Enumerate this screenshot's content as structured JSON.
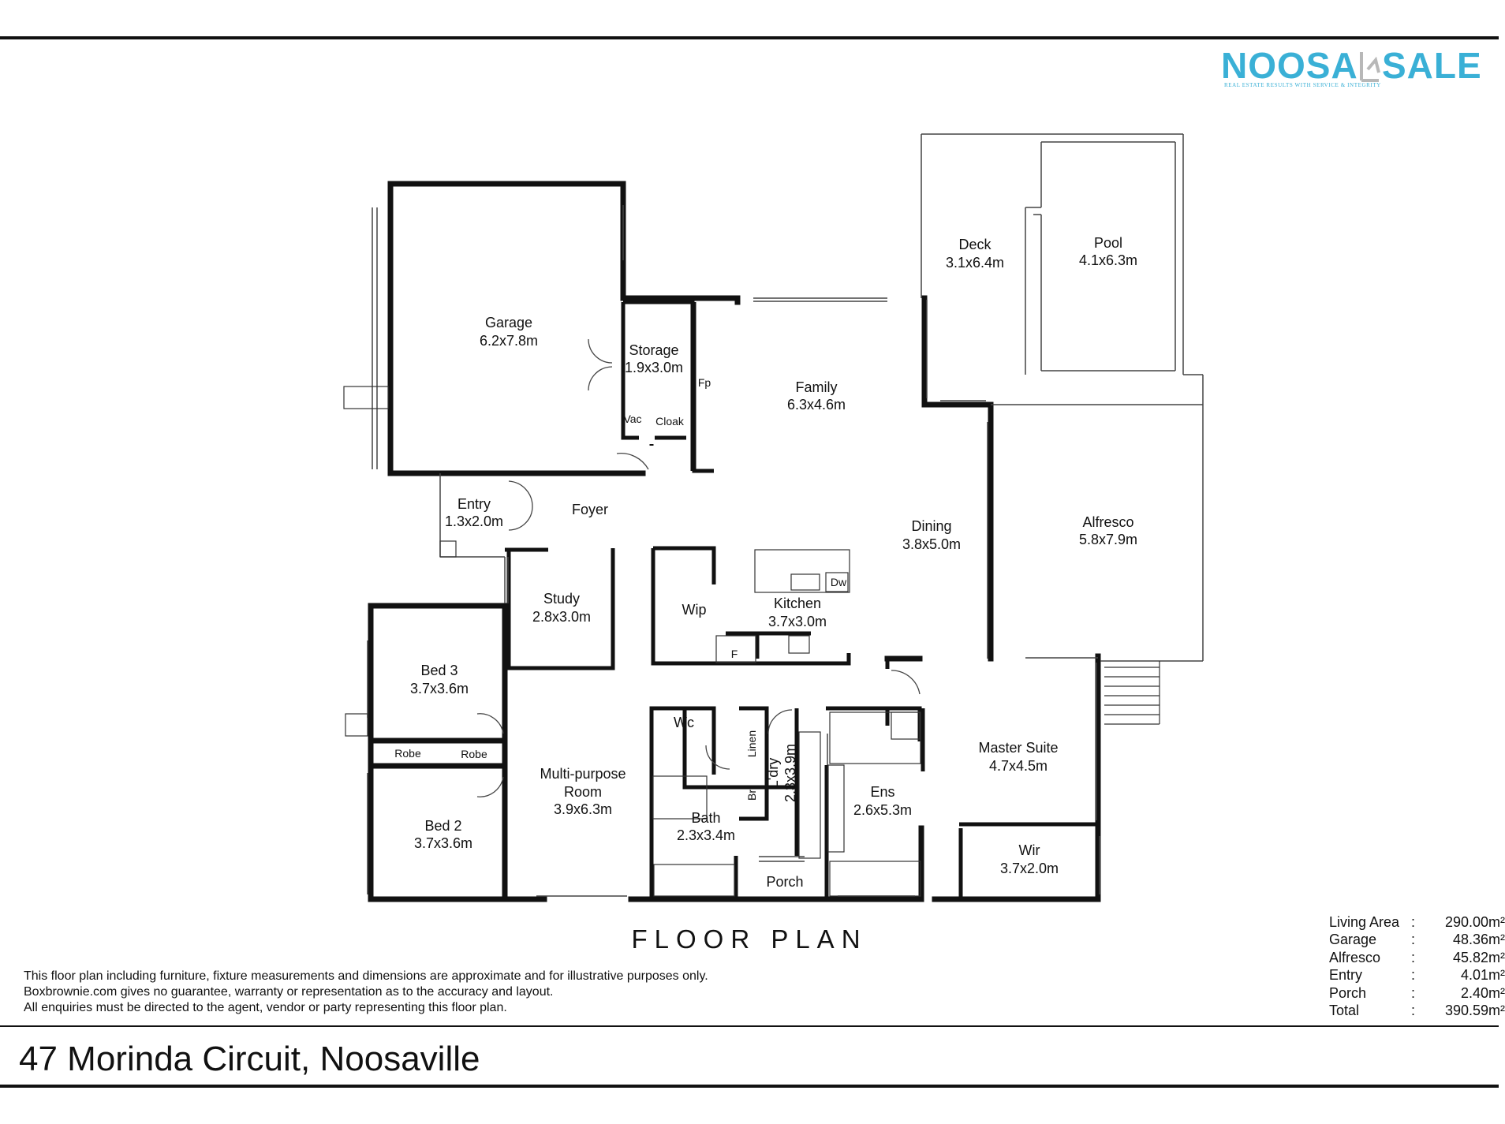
{
  "logo": {
    "word_left": "NOOSA",
    "word_right": "SALE",
    "tagline": "REAL ESTATE RESULTS WITH SERVICE & INTEGRITY"
  },
  "rooms": {
    "garage": {
      "name": "Garage",
      "dims": "6.2x7.8m"
    },
    "storage": {
      "name": "Storage",
      "dims": "1.9x3.0m"
    },
    "fp": "Fp",
    "vac": "Vac",
    "cloak": "Cloak",
    "family": {
      "name": "Family",
      "dims": "6.3x4.6m"
    },
    "deck": {
      "name": "Deck",
      "dims": "3.1x6.4m"
    },
    "pool": {
      "name": "Pool",
      "dims": "4.1x6.3m"
    },
    "entry": {
      "name": "Entry",
      "dims": "1.3x2.0m"
    },
    "foyer": "Foyer",
    "dining": {
      "name": "Dining",
      "dims": "3.8x5.0m"
    },
    "alfresco": {
      "name": "Alfresco",
      "dims": "5.8x7.9m"
    },
    "study": {
      "name": "Study",
      "dims": "2.8x3.0m"
    },
    "wip": "Wip",
    "kitchen": {
      "name": "Kitchen",
      "dims": "3.7x3.0m"
    },
    "dw": "Dw",
    "fridge": "F",
    "bed3": {
      "name": "Bed 3",
      "dims": "3.7x3.6m"
    },
    "robe1": "Robe",
    "robe2": "Robe",
    "bed2": {
      "name": "Bed 2",
      "dims": "3.7x3.6m"
    },
    "multi": {
      "line1": "Multi-purpose",
      "line2": "Room",
      "dims": "3.9x6.3m"
    },
    "wc": "Wc",
    "bath": {
      "name": "Bath",
      "dims": "2.3x3.4m"
    },
    "linen": "Linen",
    "br": "Br",
    "laundry": {
      "name": "L'dry",
      "dims": "2.3x3.9m"
    },
    "porch": "Porch",
    "ens": {
      "name": "Ens",
      "dims": "2.6x5.3m"
    },
    "master": {
      "name": "Master Suite",
      "dims": "4.7x4.5m"
    },
    "wir": {
      "name": "Wir",
      "dims": "3.7x2.0m"
    }
  },
  "plan_title": "FLOOR PLAN",
  "disclaimer": [
    "This floor plan including furniture, fixture measurements and dimensions are approximate and for illustrative purposes only.",
    "Boxbrownie.com gives no guarantee, warranty or representation as to the accuracy and layout.",
    "All enquiries must be directed to the agent, vendor or party representing this floor plan."
  ],
  "areas": [
    {
      "label": "Living Area",
      "sep": ":",
      "value": "290.00m²"
    },
    {
      "label": "Garage",
      "sep": ":",
      "value": "48.36m²"
    },
    {
      "label": "Alfresco",
      "sep": ":",
      "value": "45.82m²"
    },
    {
      "label": "Entry",
      "sep": ":",
      "value": "4.01m²"
    },
    {
      "label": "Porch",
      "sep": ":",
      "value": "2.40m²"
    },
    {
      "label": "Total",
      "sep": ":",
      "value": "390.59m²"
    }
  ],
  "address": "47 Morinda Circuit, Noosaville"
}
